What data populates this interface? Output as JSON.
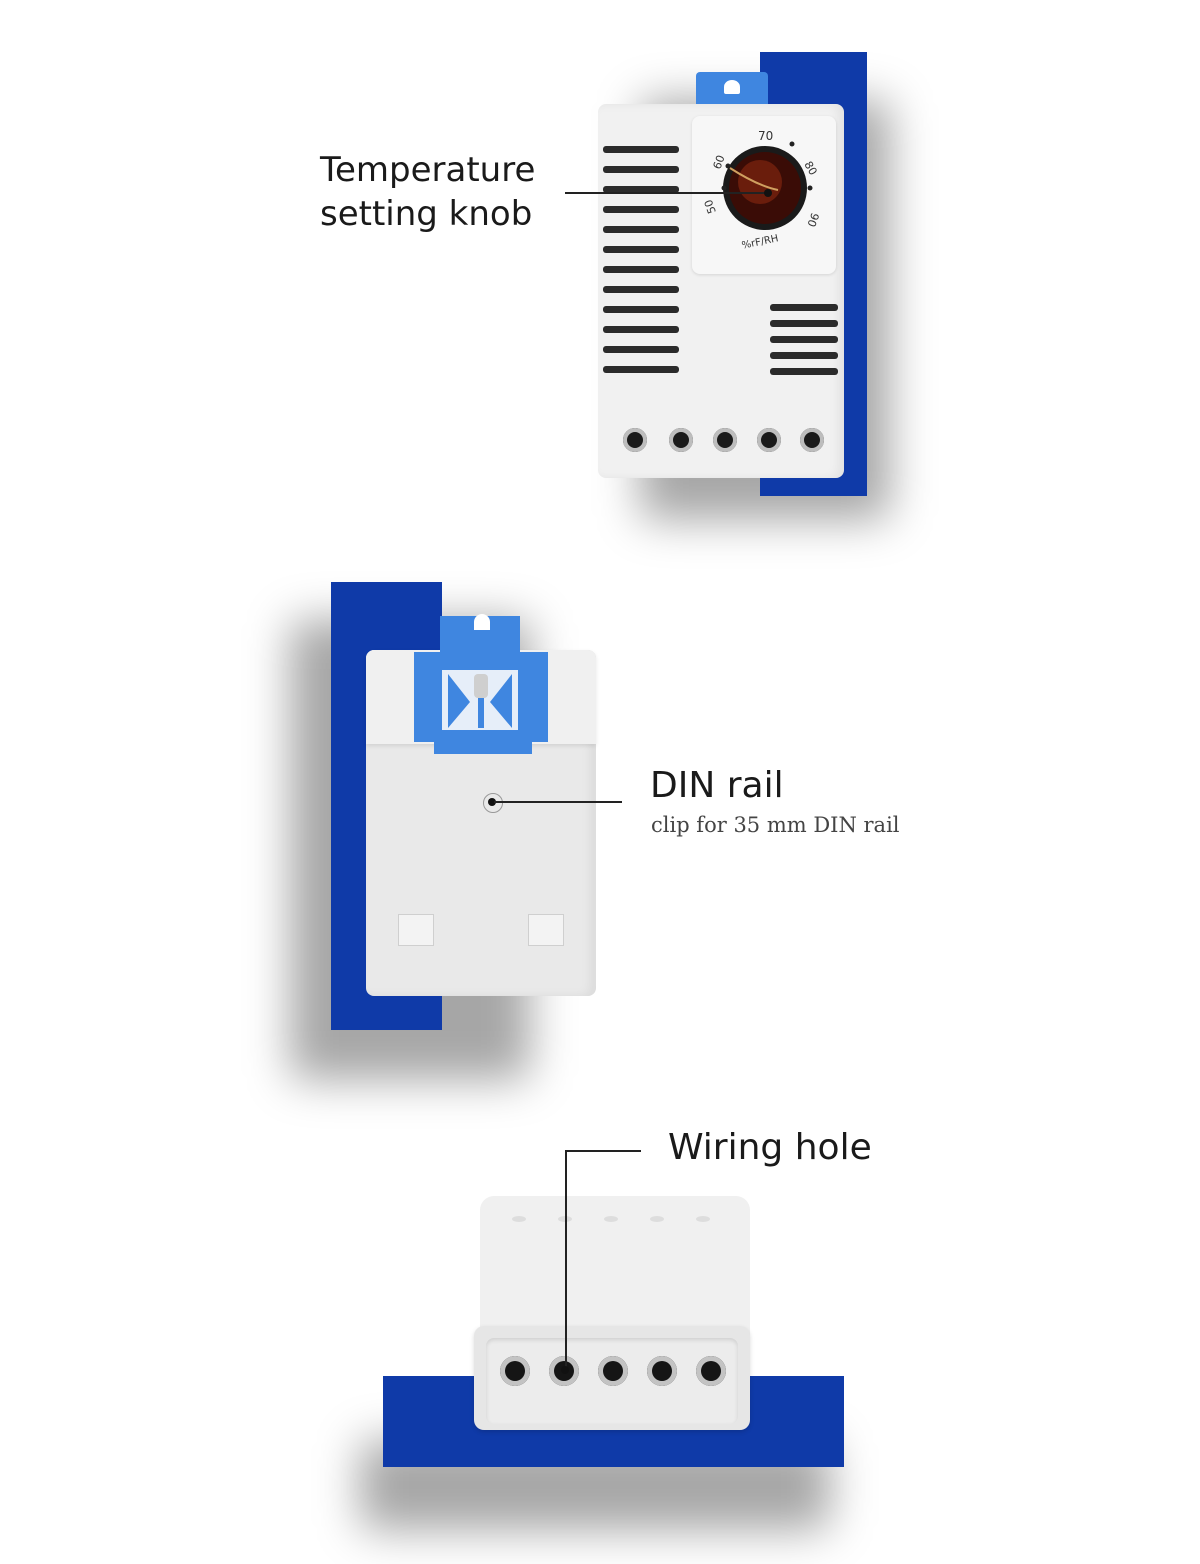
{
  "labels": {
    "knob_line1": "Temperature",
    "knob_line2": "setting knob",
    "din_title": "DIN rail",
    "din_sub": "clip for 35 mm DIN rail",
    "wiring": "Wiring hole"
  },
  "dial": {
    "t50": "50",
    "t60": "60",
    "t70": "70",
    "t80": "80",
    "t90": "90",
    "unit": "%rF/RH"
  },
  "colors": {
    "accent": "#0f3aa8",
    "clip": "#3f86e0",
    "device": "#f1f1f1"
  }
}
